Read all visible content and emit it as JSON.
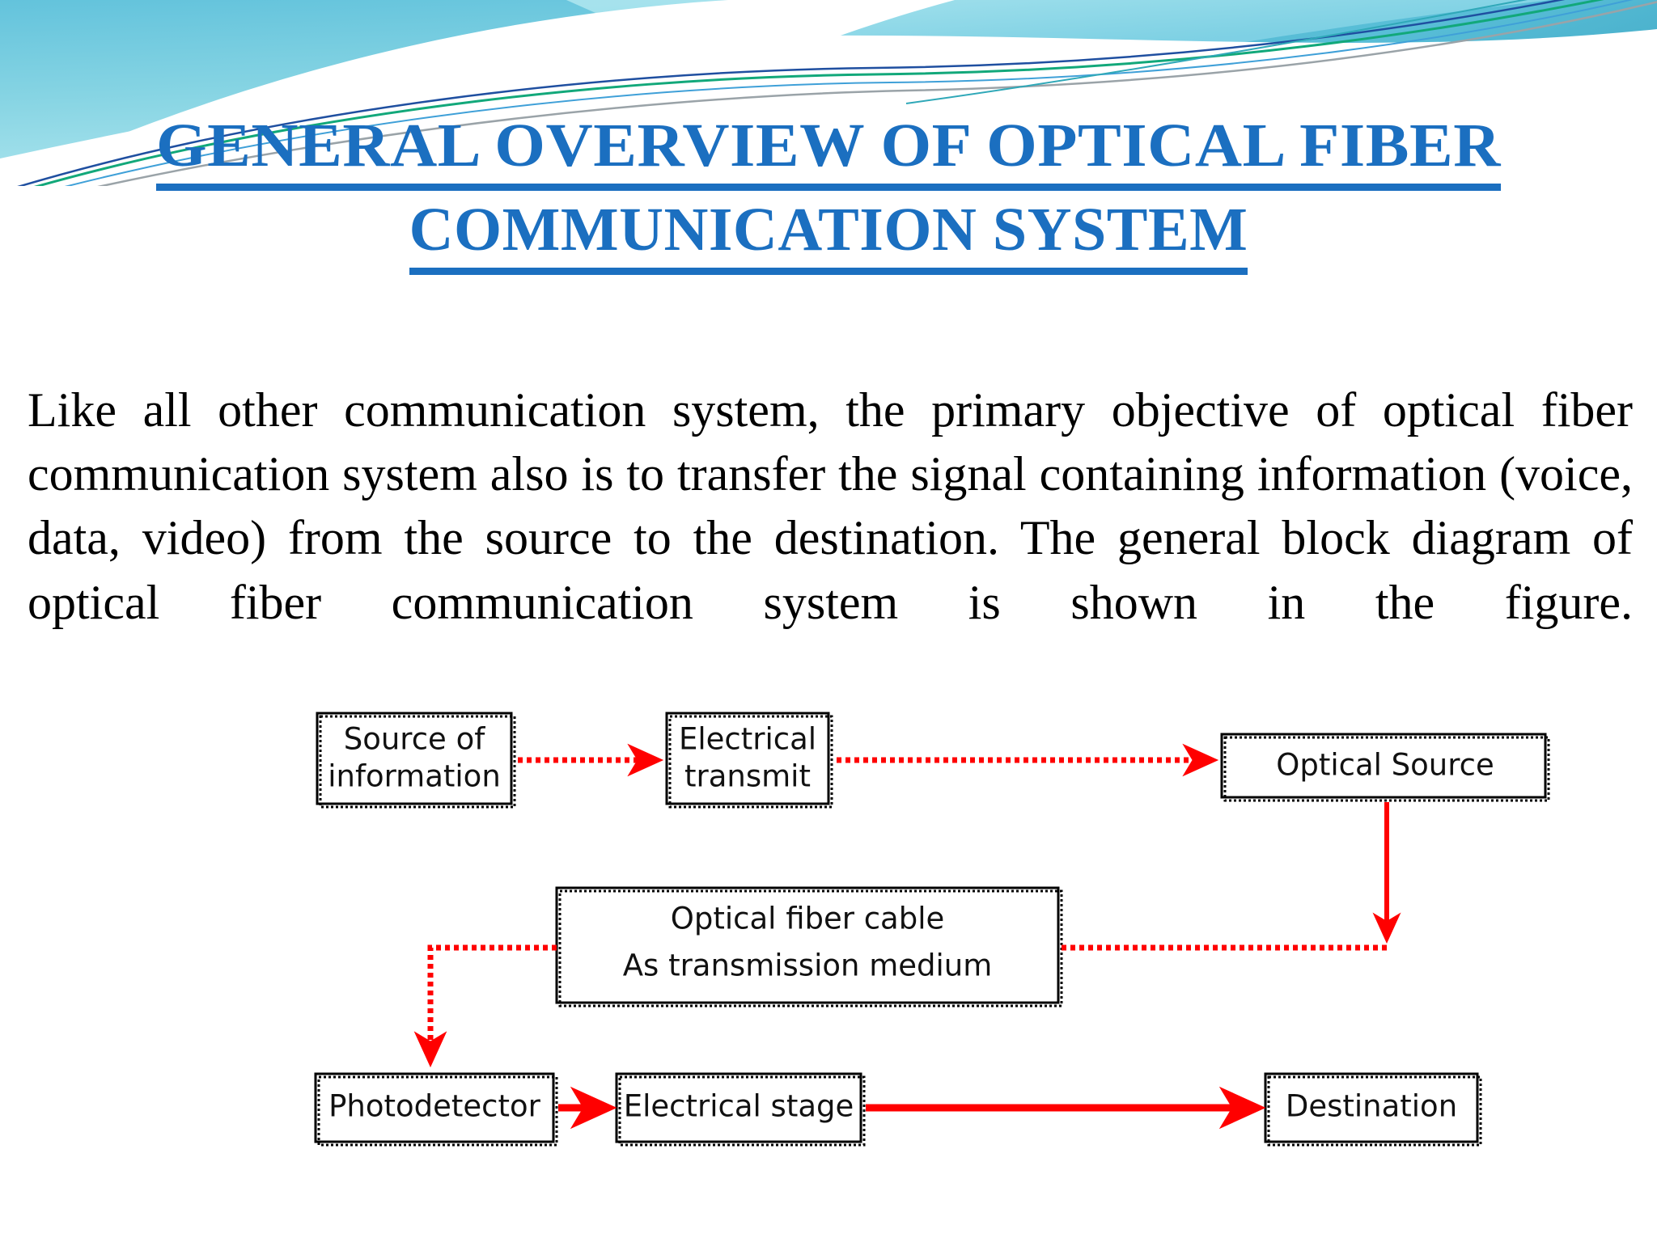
{
  "slide": {
    "title_line_1": "GENERAL OVERVIEW OF OPTICAL FIBER",
    "title_line_2": "COMMUNICATION SYSTEM",
    "title_color": "#1B6FC0",
    "body_text": "Like all other communication system, the primary objective of optical fiber communication system also is to transfer the signal containing information (voice, data, video) from the source to the destination. The general block diagram of optical fiber communication system is shown in the figure.",
    "background_color": "#FFFFFF"
  },
  "decoration": {
    "name": "wave-banner",
    "colors": {
      "cyan_light": "#9EDDE8",
      "cyan_mid": "#5FC6DC",
      "blue_sky": "#6FC3E8",
      "teal_band": "#4FB8CE",
      "accent_green": "#12A87A",
      "accent_blue": "#1F5FA8",
      "accent_gray": "#9AA3A8"
    }
  },
  "diagram": {
    "name": "optical-fiber-communication-block-diagram",
    "arrow_color": "#FF0000",
    "box_border_color": "#000000",
    "boxes": [
      {
        "id": "source-of-information",
        "label_line_1": "Source of",
        "label_line_2": "information"
      },
      {
        "id": "electrical-transmit",
        "label_line_1": "Electrical",
        "label_line_2": "transmit"
      },
      {
        "id": "optical-source",
        "label_line_1": "Optical Source",
        "label_line_2": ""
      },
      {
        "id": "optical-fiber-cable",
        "label_line_1": "Optical fiber cable",
        "label_line_2": "As transmission medium"
      },
      {
        "id": "photodetector",
        "label_line_1": "Photodetector",
        "label_line_2": ""
      },
      {
        "id": "electrical-stage",
        "label_line_1": "Electrical stage",
        "label_line_2": ""
      },
      {
        "id": "destination",
        "label_line_1": "Destination",
        "label_line_2": ""
      }
    ],
    "connections": [
      {
        "from": "source-of-information",
        "to": "electrical-transmit",
        "style": "dotted"
      },
      {
        "from": "electrical-transmit",
        "to": "optical-source",
        "style": "dotted"
      },
      {
        "from": "optical-source",
        "to": "optical-fiber-cable",
        "style": "solid"
      },
      {
        "from": "optical-fiber-cable",
        "to": "photodetector",
        "style": "dotted"
      },
      {
        "from": "photodetector",
        "to": "electrical-stage",
        "style": "solid"
      },
      {
        "from": "electrical-stage",
        "to": "destination",
        "style": "solid"
      }
    ]
  }
}
